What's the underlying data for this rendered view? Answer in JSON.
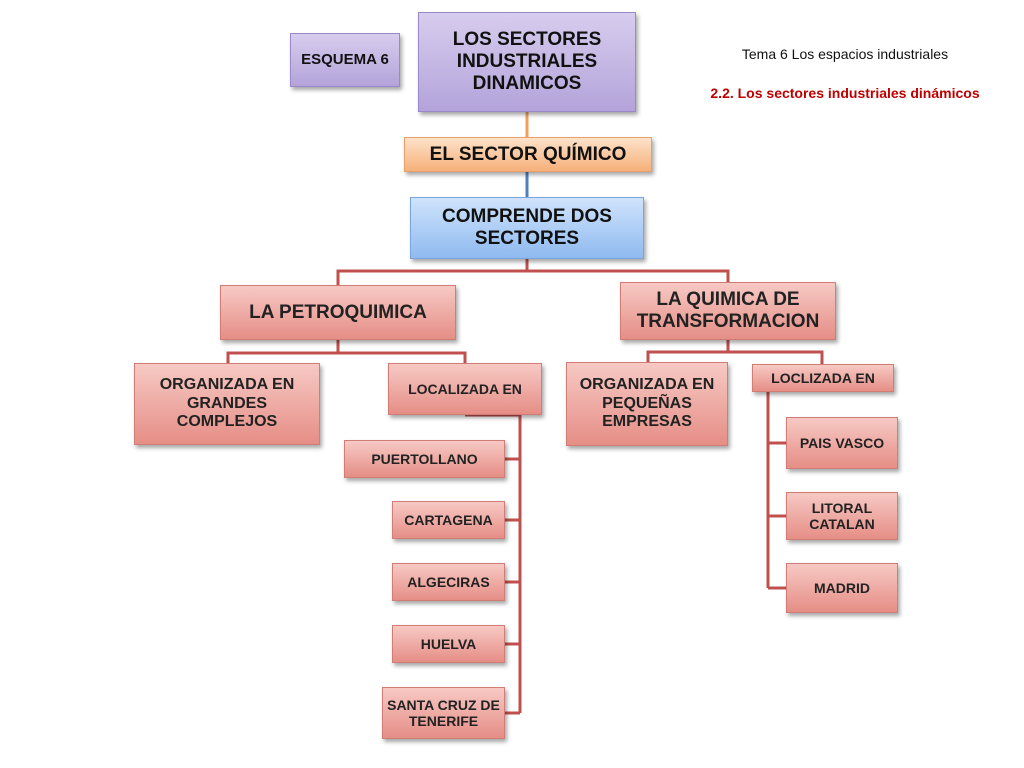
{
  "header": {
    "topic": "Tema 6 Los espacios industriales",
    "subtopic": "2.2. Los sectores industriales dinámicos"
  },
  "colors": {
    "purple_box": "#b3a3da",
    "orange_box": "#f6b07a",
    "blue_box": "#8fbaf0",
    "red_box": "#e58e86",
    "red_connector": "#c0504d",
    "subtopic_text": "#c00000"
  },
  "nodes": {
    "esquema": "ESQUEMA 6",
    "title": "LOS SECTORES INDUSTRIALES DINAMICOS",
    "sector": "EL SECTOR QUÍMICO",
    "comprende": "COMPRENDE DOS SECTORES",
    "petroquimica": "LA PETROQUIMICA",
    "quimica_transformacion": "LA QUIMICA DE TRANSFORMACION",
    "organizada_grandes": "ORGANIZADA EN GRANDES COMPLEJOS",
    "localizada": "LOCALIZADA EN",
    "organizada_pequenas": "ORGANIZADA EN PEQUEÑAS EMPRESAS",
    "loclizada": "LOCLIZADA EN",
    "petro_locations": [
      "PUERTOLLANO",
      "CARTAGENA",
      "ALGECIRAS",
      "HUELVA",
      "SANTA CRUZ DE TENERIFE"
    ],
    "transf_locations": [
      "PAIS VASCO",
      "LITORAL CATALAN",
      "MADRID"
    ]
  }
}
